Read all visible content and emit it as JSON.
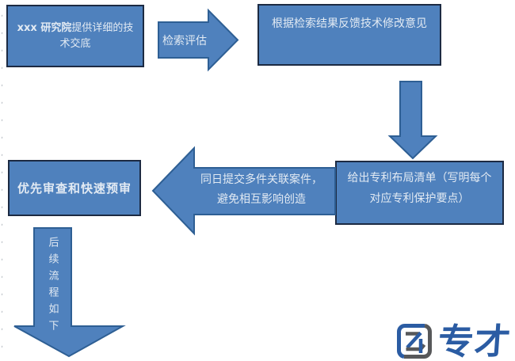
{
  "colors": {
    "shape_fill": "#4f81bd",
    "box_border": "#1c2a42",
    "arrow_border": "#2e5f94",
    "shape_text": "#e2eaf3",
    "logo_blue": "#2b5ca3",
    "logo_gray": "#57585a",
    "edge_mark": "#a6adb5",
    "background": "#ffffff"
  },
  "flowchart": {
    "box_top_left": {
      "bold_text": "xxx 研究院",
      "text": "提供详细的技术交底"
    },
    "arrow_search": {
      "label": "检索评估"
    },
    "box_top_right": {
      "text": "根据检索结果反馈技术修改意见"
    },
    "box_mid_right": {
      "text": "给出专利布局清单（写明每个对应专利保护要点）"
    },
    "arrow_same_day": {
      "label": "同日提交多件关联案件，避免相互影响创造"
    },
    "box_mid_left": {
      "text": "优先审查和快速预审"
    },
    "arrow_follow_up": {
      "label": "后续流程如下"
    }
  },
  "logo": {
    "text": "专才"
  },
  "edge_marks": {
    "glyph": ",",
    "count": 20
  }
}
